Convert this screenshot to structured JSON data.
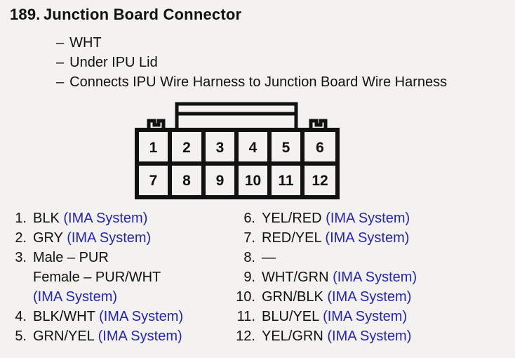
{
  "colors": {
    "background": "#f3f2f0",
    "ink": "#111111",
    "system_blue": "#2424b4"
  },
  "header": {
    "index": "189.",
    "title": "Junction Board Connector",
    "dash": "–",
    "notes": [
      "WHT",
      "Under IPU Lid",
      "Connects IPU Wire Harness to Junction Board Wire Harness"
    ]
  },
  "connector": {
    "description": "12-cavity connector, front view, latch on top",
    "pins_top": [
      "1",
      "2",
      "3",
      "4",
      "5",
      "6"
    ],
    "pins_bottom": [
      "7",
      "8",
      "9",
      "10",
      "11",
      "12"
    ]
  },
  "pins": {
    "left": [
      {
        "num": "1.",
        "wire": "BLK ",
        "system": "(IMA System)"
      },
      {
        "num": "2.",
        "wire": "GRY ",
        "system": "(IMA System)"
      },
      {
        "num": "3.",
        "wire_line1": "Male – PUR",
        "wire_line2": "Female – PUR/WHT",
        "system": "(IMA System)"
      },
      {
        "num": "4.",
        "wire": "BLK/WHT ",
        "system": "(IMA System)"
      },
      {
        "num": "5.",
        "wire": "GRN/YEL ",
        "system": "(IMA System)"
      }
    ],
    "right": [
      {
        "num": "6.",
        "wire": "YEL/RED ",
        "system": "(IMA System)"
      },
      {
        "num": "7.",
        "wire": "RED/YEL ",
        "system": "(IMA System)"
      },
      {
        "num": "8.",
        "wire": "—",
        "system": ""
      },
      {
        "num": "9.",
        "wire": "WHT/GRN ",
        "system": "(IMA System)"
      },
      {
        "num": "10.",
        "wire": "GRN/BLK ",
        "system": "(IMA System)"
      },
      {
        "num": "11.",
        "wire": "BLU/YEL ",
        "system": "(IMA System)"
      },
      {
        "num": "12.",
        "wire": "YEL/GRN ",
        "system": "(IMA System)"
      }
    ]
  }
}
